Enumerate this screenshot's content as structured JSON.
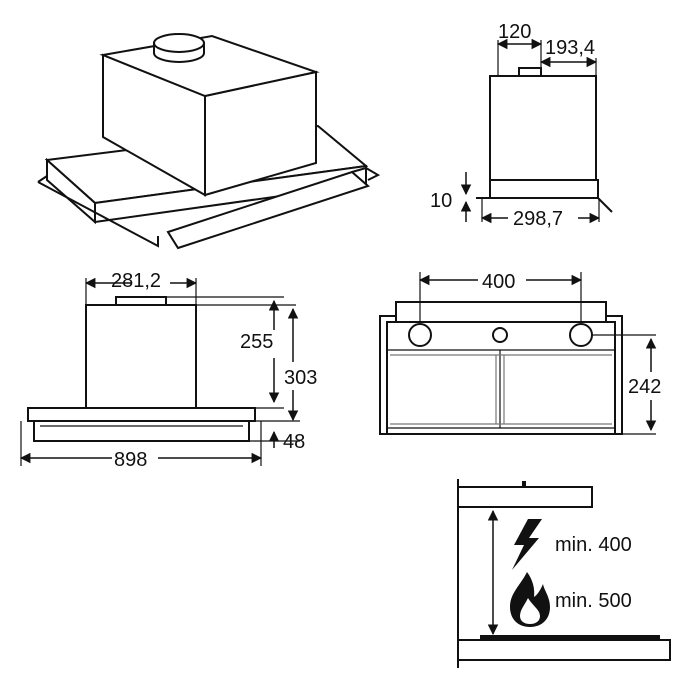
{
  "views": {
    "side": {
      "dim_top": "120",
      "dim_top_right": "193,4",
      "dim_left": "10",
      "dim_bottom": "298,7"
    },
    "front": {
      "dim_top": "281,2",
      "dim_right_inner": "255",
      "dim_right_outer": "303",
      "dim_bottom_right": "48",
      "dim_bottom": "898"
    },
    "underside": {
      "dim_top": "400",
      "dim_right": "242"
    },
    "installation": {
      "electric_label": "min. 400",
      "gas_label": "min. 500",
      "icons": [
        "lightning-icon",
        "flame-icon"
      ]
    }
  },
  "colors": {
    "line": "#111111",
    "background": "#ffffff"
  }
}
